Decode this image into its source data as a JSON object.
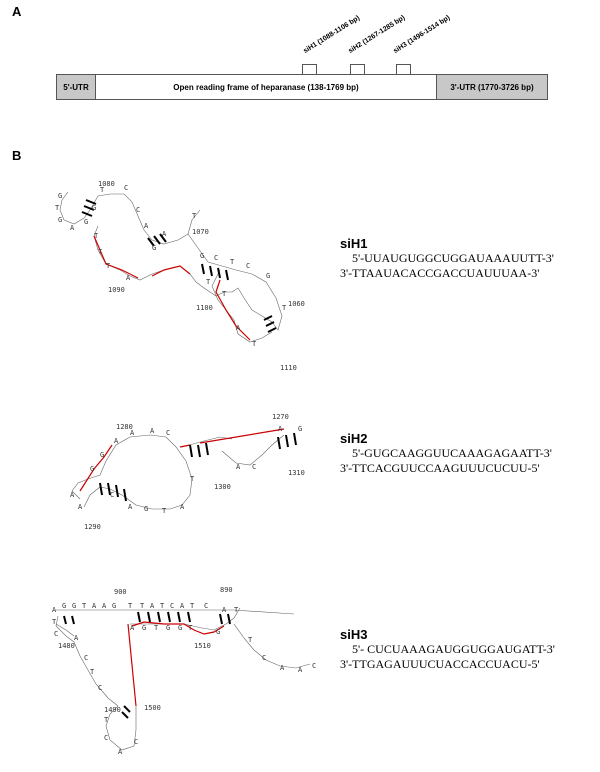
{
  "panelA": {
    "label": "A",
    "utr5": "5'-UTR",
    "orf": "Open reading frame of heparanase (138-1769 bp)",
    "utr3": "3'-UTR (1770-3726 bp)",
    "sites": [
      {
        "label": "siH1 (1088-1106 bp)"
      },
      {
        "label": "siH2 (1267-1285  bp)"
      },
      {
        "label": "siH3 (1496-1514  bp)"
      }
    ]
  },
  "panelB": {
    "label": "B",
    "structures": [
      {
        "numbers": [
          "1080",
          "1070",
          "1090",
          "1100",
          "1060",
          "1110"
        ]
      },
      {
        "numbers": [
          "1280",
          "1270",
          "1310",
          "1300",
          "1290"
        ]
      },
      {
        "numbers": [
          "900",
          "890",
          "1480",
          "1510",
          "1490",
          "1500"
        ]
      }
    ],
    "sirnas": [
      {
        "name": "siH1",
        "sense": "5'-UUAUGUGGCUGGAUAAAUUTT-3'",
        "antisense": "3'-TTAAUACACCGACCUAUUUAA-3'"
      },
      {
        "name": "siH2",
        "sense": "5'-GUGCAAGGUUCAAAGAGAATT-3'",
        "antisense": "3'-TTCACGUUCCAAGUUUCUCUU-5'"
      },
      {
        "name": "siH3",
        "sense": "5'- CUCUAAAGAUGGUGGAUGATT-3'",
        "antisense": "3'-TTGAGAUUUCUACCACCUACU-5'"
      }
    ]
  }
}
